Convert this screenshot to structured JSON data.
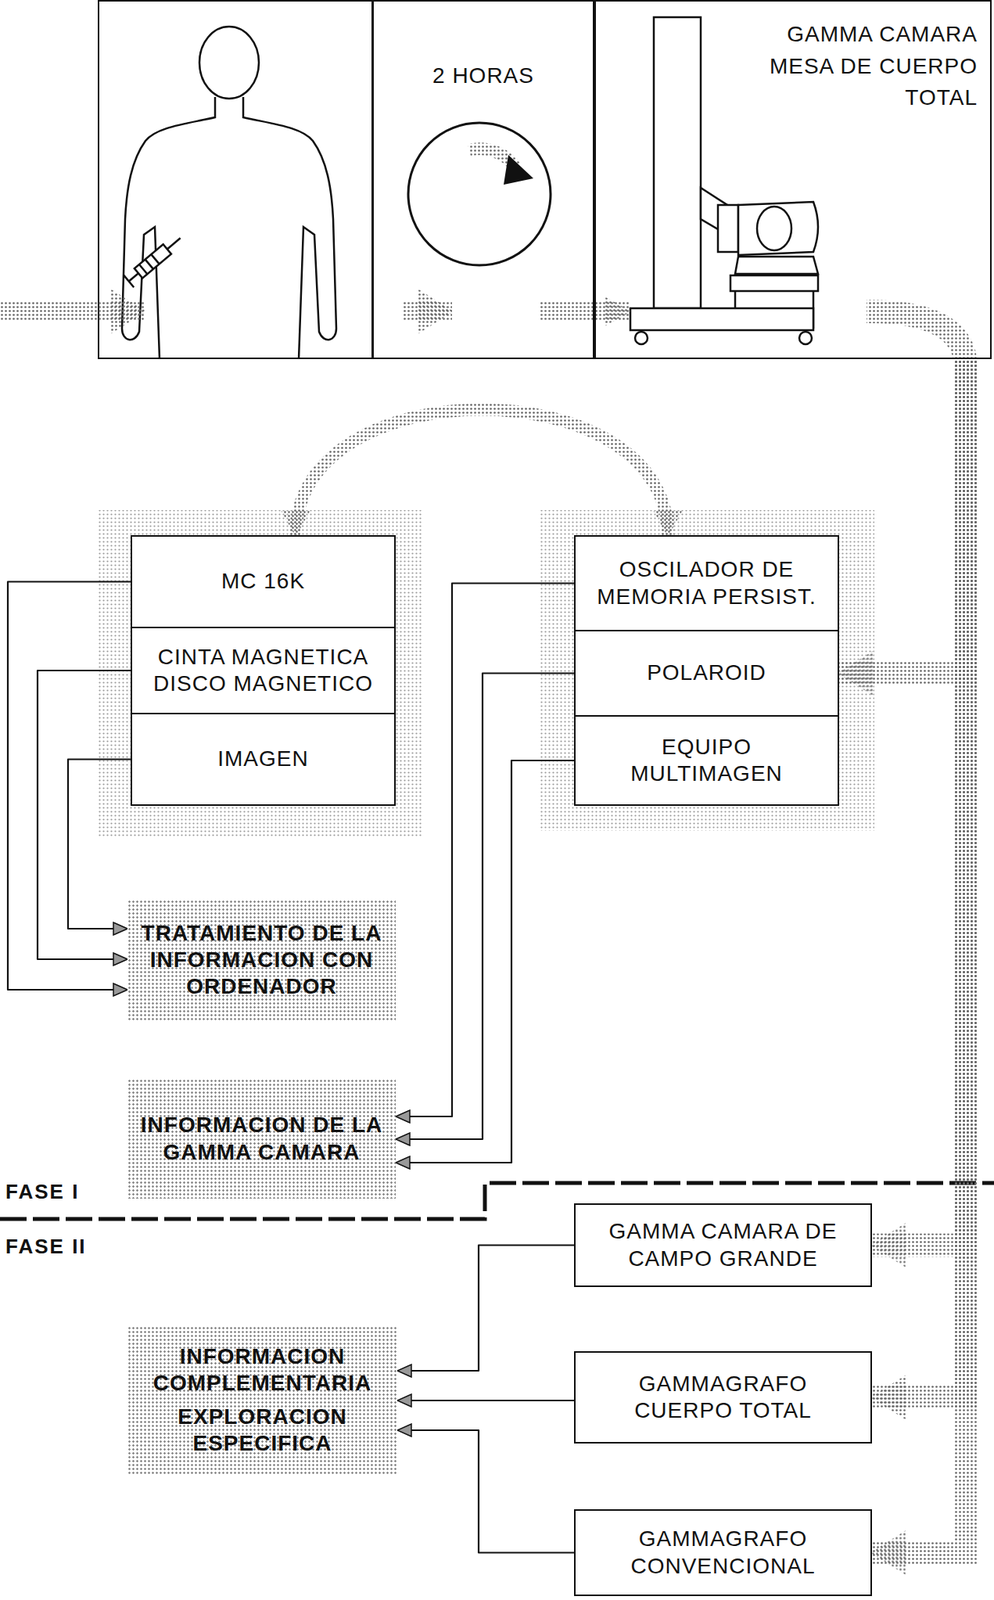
{
  "diagram": {
    "nodes": [
      {
        "text": [
          "2 HORAS"
        ]
      },
      {
        "text": [
          "GAMMA CAMARA MESA DE CUERPO TOTAL"
        ]
      },
      {
        "text": [
          "MC 16K"
        ]
      },
      {
        "text": [
          "CINTA MAGNETICA DISCO MAGNETICO"
        ]
      },
      {
        "text": [
          "IMAGEN"
        ]
      },
      {
        "text": [
          "OSCILADOR DE MEMORIA PERSIST."
        ]
      },
      {
        "text": [
          "POLAROID"
        ]
      },
      {
        "text": [
          "EQUIPO MULTIMAGEN"
        ]
      },
      {
        "text": [
          "TRATAMIENTO DE LA INFORMACION CON ORDENADOR"
        ]
      },
      {
        "text": [
          "INFORMACION DE LA GAMMA CAMARA"
        ]
      },
      {
        "text": [
          "GAMMA CAMARA DE CAMPO GRANDE"
        ]
      },
      {
        "text": [
          "GAMMAGRAFO CUERPO TOTAL"
        ]
      },
      {
        "text": [
          "GAMMAGRAFO CONVENCIONAL"
        ]
      },
      {
        "text": [
          "INFORMACION COMPLEMENTARIA",
          "EXPLORACION ESPECIFICA"
        ]
      }
    ],
    "edges": [
      {
        "from": 0,
        "to": 1,
        "arrow": "to"
      },
      {
        "from": 2,
        "to": 5,
        "arrow": "both"
      },
      {
        "from": 1,
        "to": 6,
        "arrow": "to"
      },
      {
        "from": 1,
        "to": 10,
        "arrow": "to"
      },
      {
        "from": 1,
        "to": 11,
        "arrow": "to"
      },
      {
        "from": 1,
        "to": 12,
        "arrow": "to"
      },
      {
        "from": 2,
        "to": 8,
        "arrow": "to"
      },
      {
        "from": 3,
        "to": 8,
        "arrow": "to"
      },
      {
        "from": 4,
        "to": 8,
        "arrow": "to"
      },
      {
        "from": 5,
        "to": 9,
        "arrow": "to"
      },
      {
        "from": 6,
        "to": 9,
        "arrow": "to"
      },
      {
        "from": 7,
        "to": 9,
        "arrow": "to"
      },
      {
        "from": 10,
        "to": 13,
        "arrow": "to"
      },
      {
        "from": 11,
        "to": 13,
        "arrow": "to"
      },
      {
        "from": 12,
        "to": 13,
        "arrow": "to"
      }
    ],
    "labels": [
      "FASE I",
      "FASE II"
    ]
  }
}
